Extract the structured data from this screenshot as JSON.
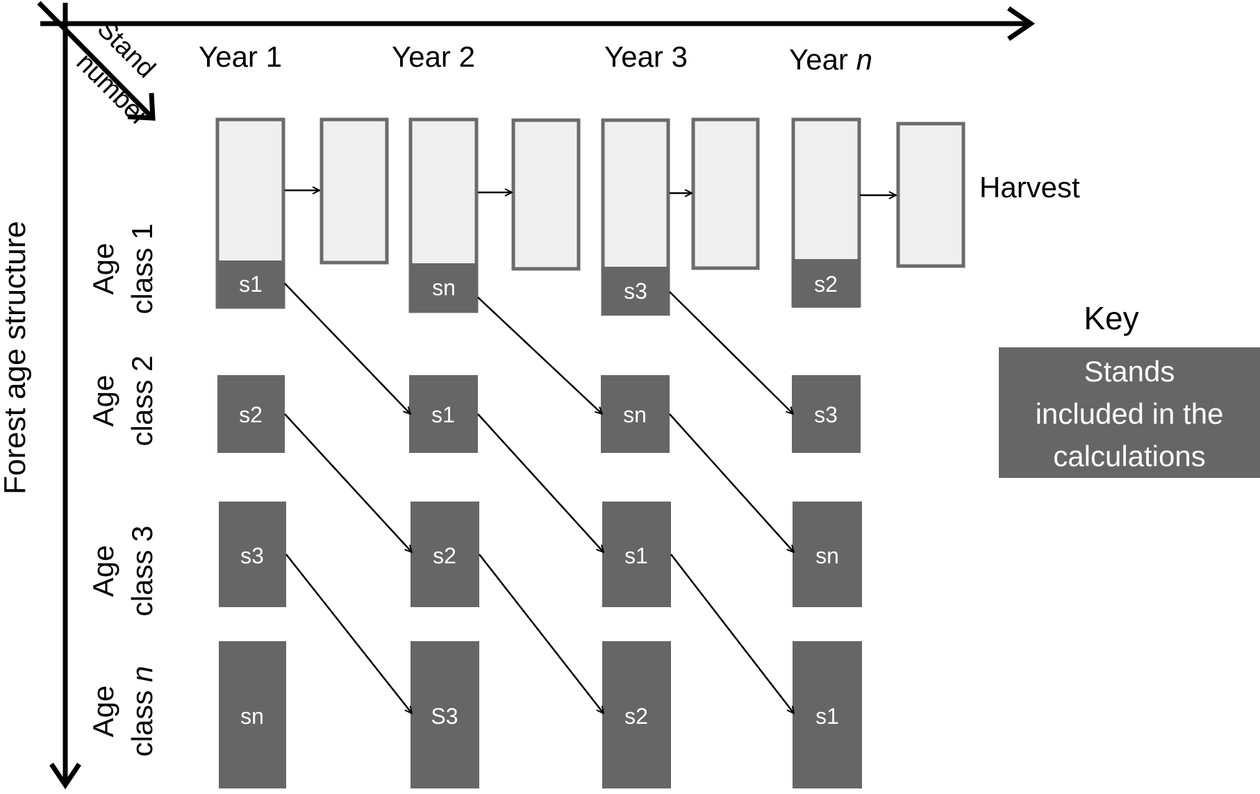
{
  "axes": {
    "horizontal_label": "Stand",
    "diagonal_label": "number",
    "vertical_label": "Forest age structure"
  },
  "years": [
    "Year 1",
    "Year 2",
    "Year 3",
    "Year "
  ],
  "year_n_suffix": "n",
  "age_classes": [
    {
      "line1": "Age",
      "line2": "class 1",
      "italic": ""
    },
    {
      "line1": "Age",
      "line2": "class 2",
      "italic": ""
    },
    {
      "line1": "Age",
      "line2": "class 3",
      "italic": ""
    },
    {
      "line1": "Age",
      "line2": "class ",
      "italic": "n"
    }
  ],
  "harvest_label": "Harvest",
  "key": {
    "title": "Key",
    "lines": [
      "Stands",
      "included in the",
      "calculations"
    ]
  },
  "stands": {
    "row1": [
      "s1",
      "sn",
      "s3",
      "s2"
    ],
    "row2": [
      "s2",
      "s1",
      "sn",
      "s3"
    ],
    "row3": [
      "s3",
      "s2",
      "s1",
      "sn"
    ],
    "row4": [
      "sn",
      "S3",
      "s2",
      "s1"
    ]
  },
  "colors": {
    "dark_box": "#666666",
    "light_box": "#efefef",
    "box_border": "#6b6b6b",
    "line": "#000000",
    "text_light": "#ffffff"
  }
}
